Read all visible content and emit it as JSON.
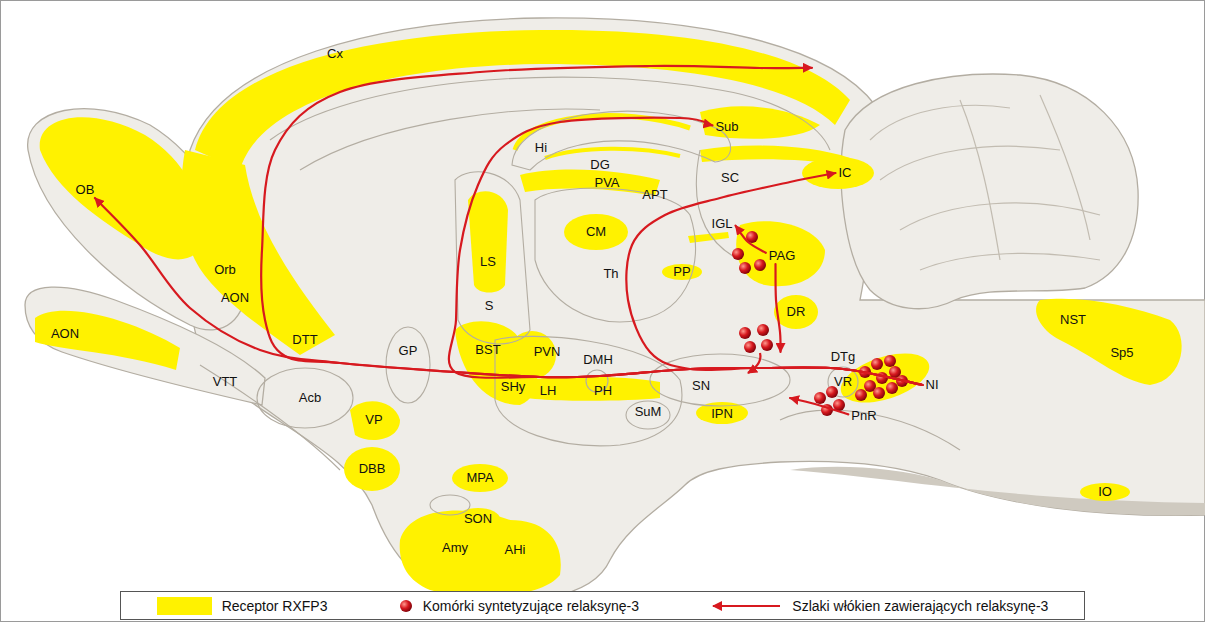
{
  "diagram": {
    "nodes": [
      {
        "text": [
          "Cx"
        ]
      },
      {
        "text": [
          "OB"
        ]
      },
      {
        "text": [
          "Sub"
        ]
      },
      {
        "text": [
          "IC"
        ]
      },
      {
        "text": [
          "IGL"
        ]
      },
      {
        "text": [
          "PAG"
        ]
      },
      {
        "text": [
          "SN"
        ]
      },
      {
        "text": [
          "NI"
        ]
      },
      {
        "text": [
          "PnR"
        ]
      }
    ],
    "edges": [
      {
        "from": 7,
        "to": 1,
        "arrow": "to"
      },
      {
        "from": 7,
        "to": 0,
        "arrow": "to"
      },
      {
        "from": 7,
        "to": 2,
        "arrow": "to"
      },
      {
        "from": 7,
        "to": 3,
        "arrow": "to"
      },
      {
        "from": 5,
        "to": 4,
        "arrow": "to"
      },
      {
        "from": 5,
        "to": 6,
        "arrow": "to"
      },
      {
        "from": 8,
        "to": 6,
        "arrow": "to"
      }
    ],
    "labels": [
      "Orb",
      "AON",
      "AON",
      "DTT",
      "VTT",
      "Acb",
      "GP",
      "VP",
      "DBB",
      "Amy",
      "AHi",
      "SON",
      "MPA",
      "LS",
      "S",
      "BST",
      "SHy",
      "PVN",
      "DMH",
      "LH",
      "PH",
      "Hi",
      "DG",
      "PVA",
      "APT",
      "SC",
      "CM",
      "Th",
      "PP",
      "DR",
      "SuM",
      "IPN",
      "DTg",
      "VR",
      "NST",
      "Sp5",
      "IO"
    ],
    "legend": [
      {
        "text": "Receptor RXFP3",
        "color": "#fff200"
      },
      {
        "text": "Komórki syntetyzujące relaksynę-3"
      },
      {
        "text": "Szlaki włókien zawierających relaksynę-3"
      }
    ]
  }
}
